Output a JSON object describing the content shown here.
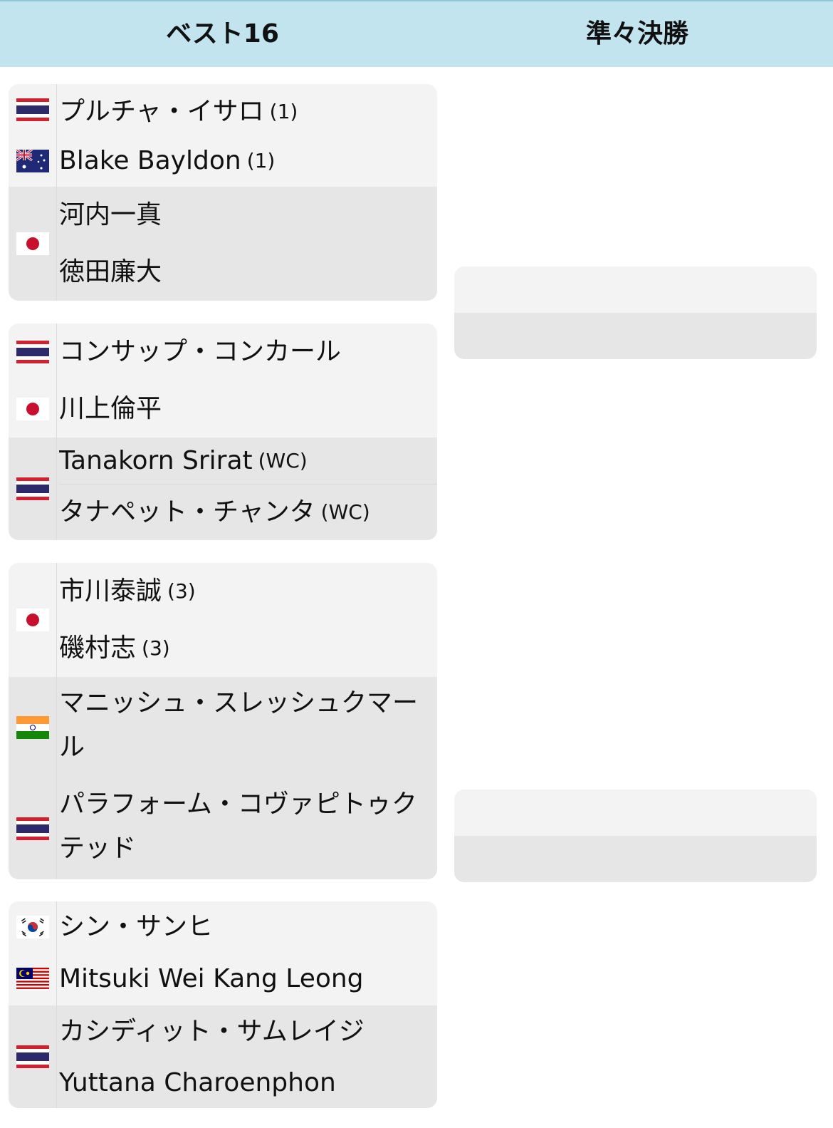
{
  "header": {
    "round_of_16": "ベスト16",
    "quarter_final": "準々決勝"
  },
  "matches": [
    {
      "entries": [
        {
          "players": [
            {
              "flag": "thailand-flag",
              "name": "プルチャ・イサロ",
              "seed": "(1)"
            },
            {
              "flag": "australia-flag",
              "name": "Blake Bayldon",
              "seed": "(1)"
            }
          ]
        },
        {
          "flag": "japan-flag",
          "players": [
            {
              "name": "河内一真",
              "seed": ""
            },
            {
              "name": "徳田廉大",
              "seed": ""
            }
          ]
        }
      ]
    },
    {
      "entries": [
        {
          "players": [
            {
              "flag": "thailand-flag",
              "name": "コンサップ・コンカール",
              "seed": ""
            },
            {
              "flag": "japan-flag",
              "name": "川上倫平",
              "seed": ""
            }
          ]
        },
        {
          "flag": "thailand-flag",
          "players": [
            {
              "name": "Tanakorn Srirat",
              "seed": "(WC)"
            },
            {
              "name": "タナペット・チャンタ",
              "seed": "(WC)"
            }
          ]
        }
      ]
    },
    {
      "entries": [
        {
          "flag": "japan-flag",
          "players": [
            {
              "name": "市川泰誠",
              "seed": "(3)"
            },
            {
              "name": "磯村志",
              "seed": "(3)"
            }
          ]
        },
        {
          "players": [
            {
              "flag": "india-flag",
              "name": "マニッシュ・スレッシュクマール",
              "seed": ""
            },
            {
              "flag": "thailand-flag",
              "name": "パラフォーム・コヴァピトゥクテッド",
              "seed": ""
            }
          ]
        }
      ]
    },
    {
      "entries": [
        {
          "players": [
            {
              "flag": "south-korea-flag",
              "name": "シン・サンヒ",
              "seed": ""
            },
            {
              "flag": "malaysia-flag",
              "name": "Mitsuki Wei Kang Leong",
              "seed": ""
            }
          ]
        },
        {
          "flag": "thailand-flag",
          "players": [
            {
              "name": "カシディット・サムレイジ",
              "seed": ""
            },
            {
              "name": "Yuttana Charoenphon",
              "seed": ""
            }
          ]
        }
      ]
    }
  ],
  "colors": {
    "header_bg": "#c2e4ef",
    "row_light": "#f3f3f3",
    "row_dark": "#e6e6e6"
  }
}
